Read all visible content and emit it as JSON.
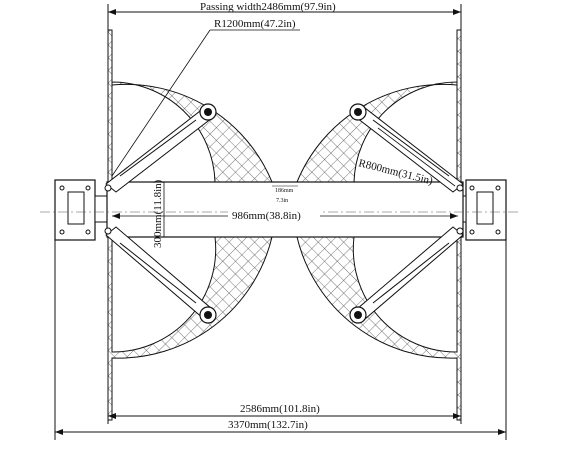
{
  "dimensions": {
    "passing_width": "Passing width2486mm(97.9in)",
    "arm_long_radius": "R1200mm(47.2in)",
    "arm_short_radius": "R800mm(31.5in)",
    "column_gap_mm": "186mm",
    "column_gap_in": "7.3in",
    "inner_width": "986mm(38.8in)",
    "beam_height": "300mm(11.8in)",
    "outer_width": "2586mm(101.8in)",
    "overall_width": "3370mm(132.7in)"
  },
  "colors": {
    "line": "#111111",
    "hatch": "#555555"
  }
}
